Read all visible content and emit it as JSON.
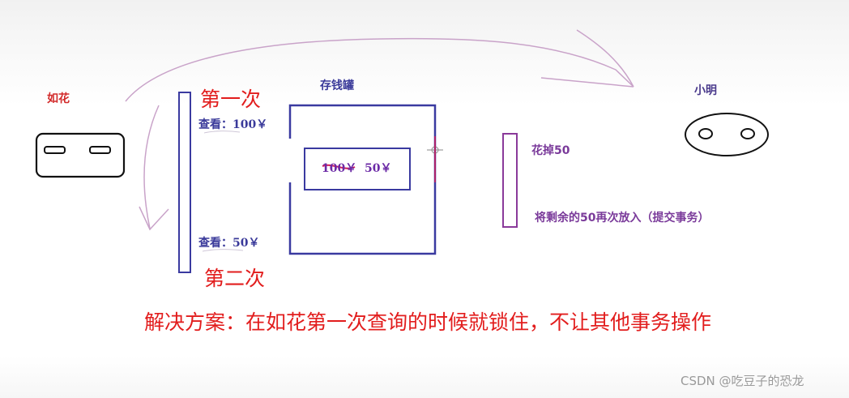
{
  "actors": {
    "ruhua": "如花",
    "xiaoming": "小明"
  },
  "jar": {
    "label": "存钱罐",
    "old_balance": "100￥",
    "new_balance": "50￥"
  },
  "ruhua_queries": {
    "first": "第一次",
    "first_result": "查看：100￥",
    "second": "第二次",
    "second_result": "查看：50￥"
  },
  "xiaoming_actions": {
    "spend": "花掉50",
    "put_back": "将剩余的50再次放入（提交事务）"
  },
  "solution": "解决方案：在如花第一次查询的时候就锁住，不让其他事务操作",
  "watermark": "CSDN @吃豆子的恐龙",
  "colors": {
    "red_text": "#e21d1d",
    "blue_outline": "#3a3aa0",
    "purple_outline": "#8a3a9a",
    "annotation_arrow": "#c9a3c9"
  }
}
